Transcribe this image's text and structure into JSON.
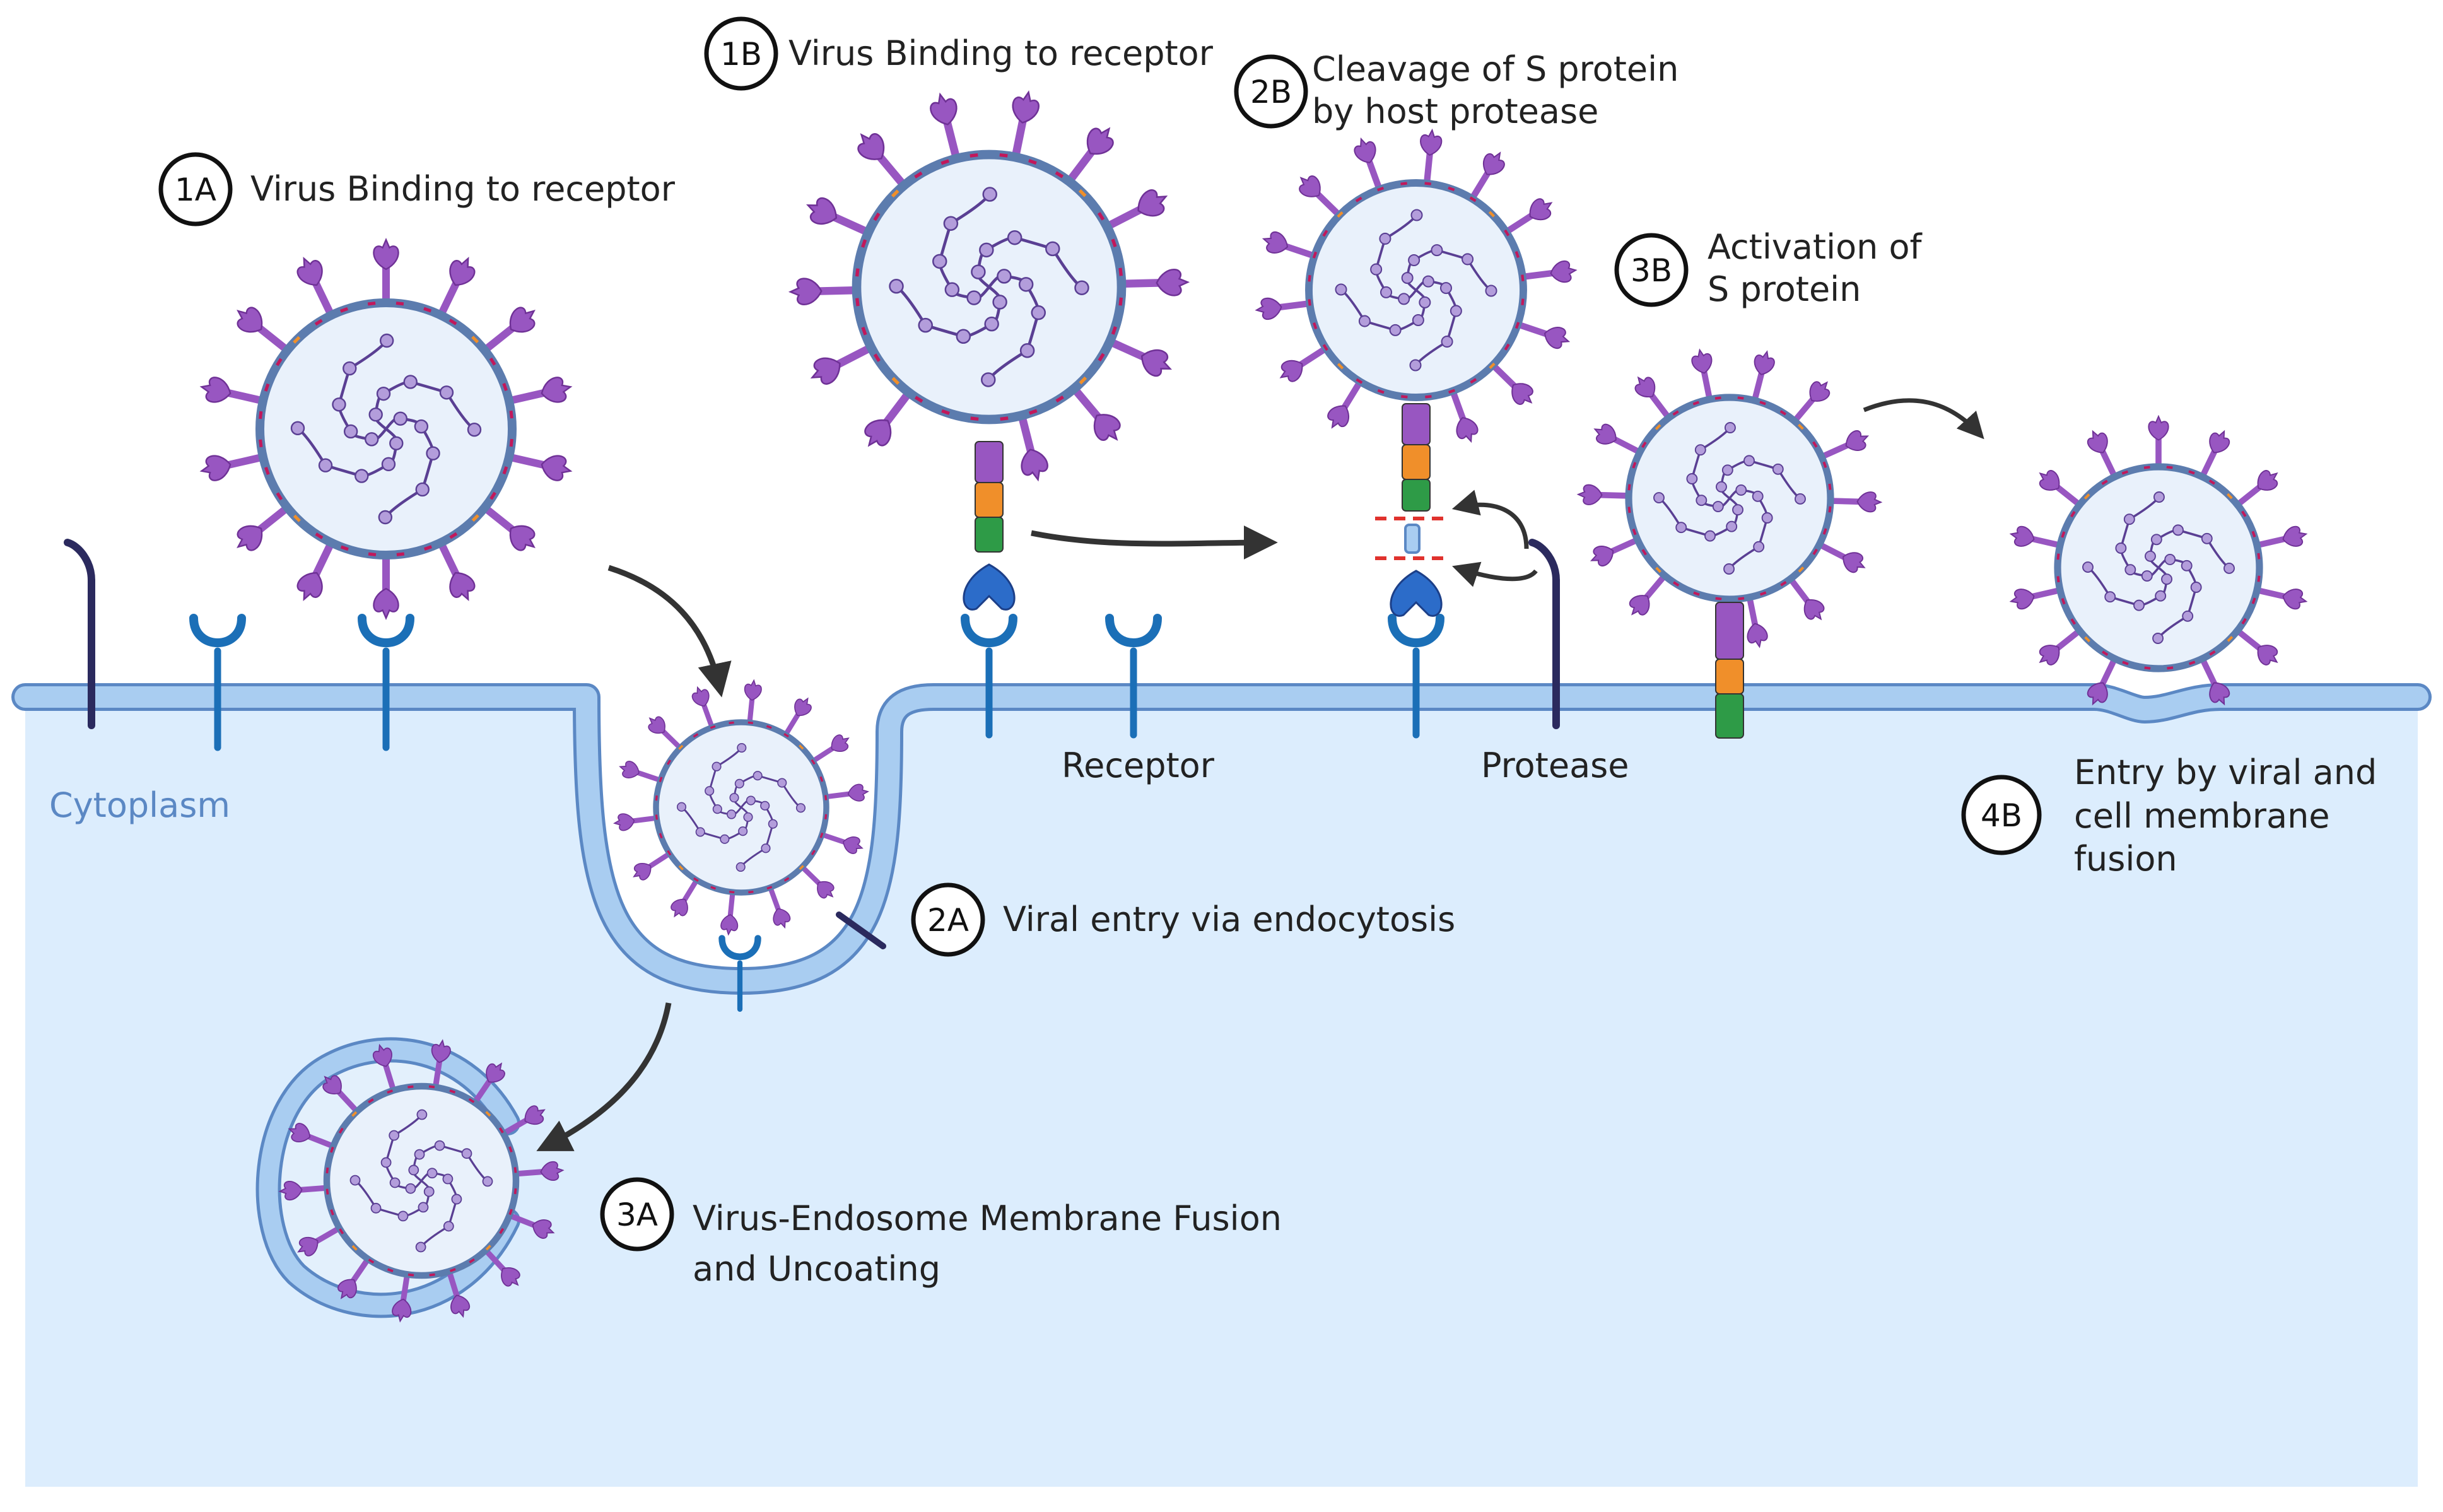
{
  "colors": {
    "cytoplasm": "#dcedfd",
    "membrane_fill": "#a9cdf1",
    "membrane_edge": "#5b88c4",
    "receptor": "#1b6fb7",
    "spike": "#9856c1",
    "spike_dark": "#6f3196",
    "envelope": "#5c7cae",
    "virus_fill": "#e9f1fb",
    "rna": "#5a3f93",
    "rna_node": "#b39ddb",
    "protease": "#2b2a5e",
    "cleavage_line": "#e0322d",
    "arrow": "#333333",
    "stalk_orange": "#f08f2a",
    "stalk_green": "#2e9b47",
    "receptor_head": "#2c6cc9"
  },
  "steps": [
    {
      "badge": "1A",
      "lines": [
        "Virus Binding to receptor"
      ]
    },
    {
      "badge": "1B",
      "lines": [
        "Virus Binding to receptor"
      ]
    },
    {
      "badge": "2B",
      "lines": [
        "Cleavage of S protein",
        "by host protease"
      ]
    },
    {
      "badge": "3B",
      "lines": [
        "Activation of",
        "S protein"
      ]
    },
    {
      "badge": "2A",
      "lines": [
        "Viral entry via endocytosis"
      ]
    },
    {
      "badge": "3A",
      "lines": [
        "Virus-Endosome Membrane Fusion",
        "and Uncoating"
      ]
    },
    {
      "badge": "4B",
      "lines": [
        "Entry by viral and",
        "cell membrane",
        "fusion"
      ]
    }
  ],
  "labels": {
    "cytoplasm": "Cytoplasm",
    "receptor": "Receptor",
    "protease": "Protease"
  }
}
